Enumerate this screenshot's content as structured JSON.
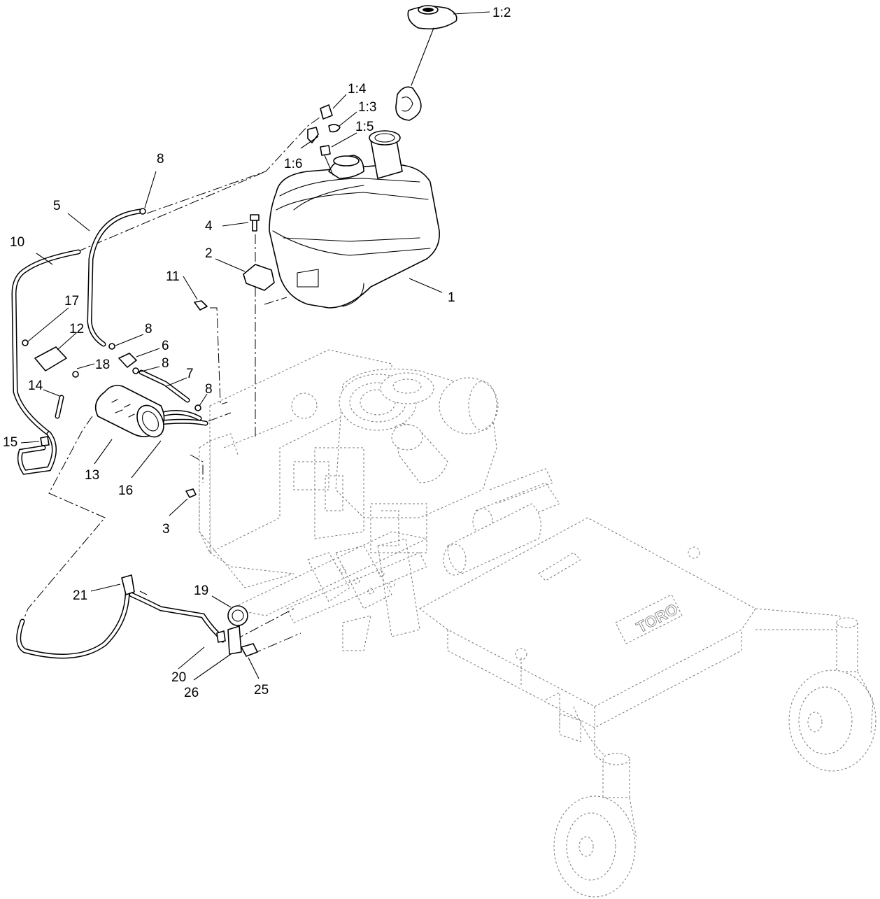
{
  "diagram": {
    "callouts": [
      {
        "id": "c-1-2",
        "text": "1:2"
      },
      {
        "id": "c-1-4",
        "text": "1:4"
      },
      {
        "id": "c-1-3",
        "text": "1:3"
      },
      {
        "id": "c-1-5",
        "text": "1:5"
      },
      {
        "id": "c-1-6",
        "text": "1:6"
      },
      {
        "id": "c-8a",
        "text": "8"
      },
      {
        "id": "c-5",
        "text": "5"
      },
      {
        "id": "c-10",
        "text": "10"
      },
      {
        "id": "c-4",
        "text": "4"
      },
      {
        "id": "c-2",
        "text": "2"
      },
      {
        "id": "c-1",
        "text": "1"
      },
      {
        "id": "c-11",
        "text": "11"
      },
      {
        "id": "c-17",
        "text": "17"
      },
      {
        "id": "c-12",
        "text": "12"
      },
      {
        "id": "c-8b",
        "text": "8"
      },
      {
        "id": "c-6",
        "text": "6"
      },
      {
        "id": "c-18",
        "text": "18"
      },
      {
        "id": "c-8c",
        "text": "8"
      },
      {
        "id": "c-7",
        "text": "7"
      },
      {
        "id": "c-14",
        "text": "14"
      },
      {
        "id": "c-8d",
        "text": "8"
      },
      {
        "id": "c-15",
        "text": "15"
      },
      {
        "id": "c-13",
        "text": "13"
      },
      {
        "id": "c-16",
        "text": "16"
      },
      {
        "id": "c-3",
        "text": "3"
      },
      {
        "id": "c-19",
        "text": "19"
      },
      {
        "id": "c-21",
        "text": "21"
      },
      {
        "id": "c-20",
        "text": "20"
      },
      {
        "id": "c-26",
        "text": "26"
      },
      {
        "id": "c-25",
        "text": "25"
      }
    ],
    "deck_logo": "TORO"
  }
}
